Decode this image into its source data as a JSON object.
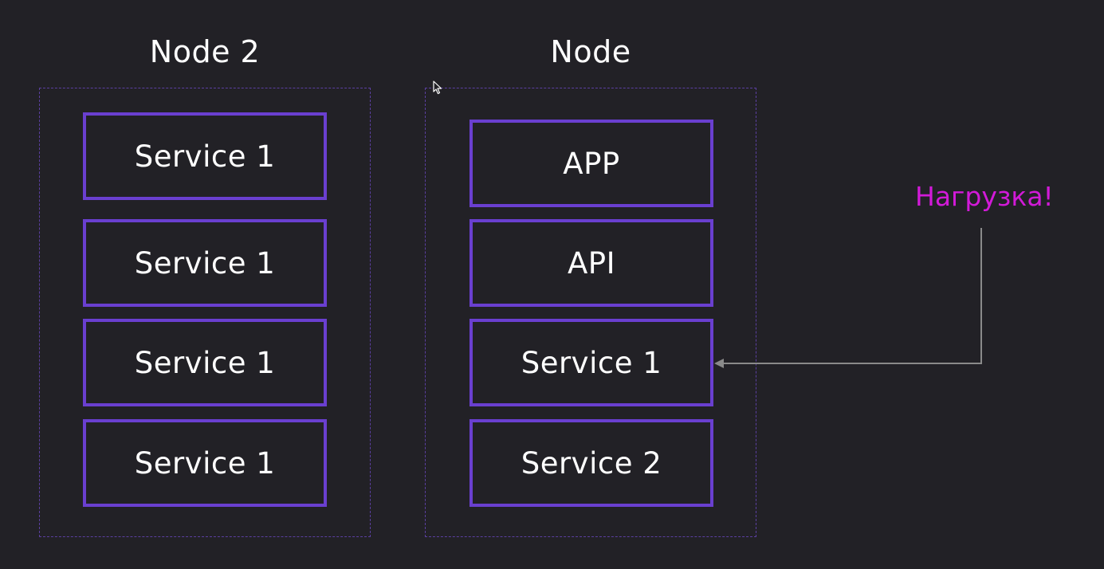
{
  "colors": {
    "background": "#222126",
    "box_border": "#6a3fd0",
    "container_border": "#5b3fa0",
    "text": "#ffffff",
    "load_label": "#d21ad8",
    "connector": "#8a8a8a"
  },
  "node2": {
    "title": "Node 2",
    "services": [
      {
        "label": "Service 1"
      },
      {
        "label": "Service 1"
      },
      {
        "label": "Service 1"
      },
      {
        "label": "Service 1"
      }
    ]
  },
  "node": {
    "title": "Node",
    "services": [
      {
        "label": "APP"
      },
      {
        "label": "API"
      },
      {
        "label": "Service 1"
      },
      {
        "label": "Service 2"
      }
    ]
  },
  "load": {
    "label": "Нагрузка!",
    "target": "node.services.2"
  },
  "icons": {
    "cursor": "mouse-pointer-icon"
  }
}
